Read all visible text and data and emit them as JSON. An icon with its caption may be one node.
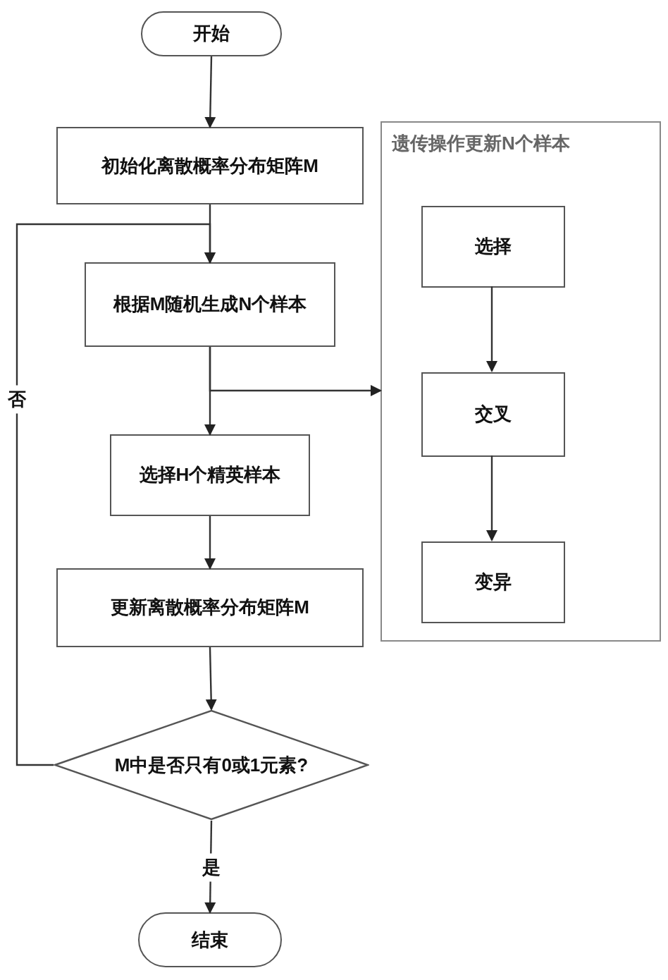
{
  "diagram": {
    "nodes": [
      {
        "text": [
          "开始"
        ]
      },
      {
        "text": [
          "初始化离散概率分布矩阵M"
        ]
      },
      {
        "text": [
          "根据M随机生成N个样本"
        ]
      },
      {
        "text": [
          "选择H个精英样本"
        ]
      },
      {
        "text": [
          "更新离散概率分布矩阵M"
        ]
      },
      {
        "text": [
          "M中是否只有0或1元素?"
        ]
      },
      {
        "text": [
          "结束"
        ]
      },
      {
        "text": [
          "遗传操作更新N个样本"
        ]
      },
      {
        "text": [
          "选择"
        ],
        "in": 7
      },
      {
        "text": [
          "交叉"
        ],
        "in": 7
      },
      {
        "text": [
          "变异"
        ],
        "in": 7
      }
    ],
    "edges": [
      {
        "from": 0,
        "to": 1,
        "arrow": "to"
      },
      {
        "from": 1,
        "to": 2,
        "arrow": "to"
      },
      {
        "from": 2,
        "to": 3,
        "arrow": "to"
      },
      {
        "from": 3,
        "to": 4,
        "arrow": "to"
      },
      {
        "from": 4,
        "to": 5,
        "arrow": "to"
      },
      {
        "from": 5,
        "to": 6,
        "arrow": "to",
        "label": "是"
      },
      {
        "from": 5,
        "to": 2,
        "arrow": "to",
        "label": "否"
      },
      {
        "from": 2,
        "to": 7,
        "arrow": "to"
      },
      {
        "from": 8,
        "to": 9,
        "arrow": "to"
      },
      {
        "from": 9,
        "to": 10,
        "arrow": "to"
      }
    ]
  }
}
